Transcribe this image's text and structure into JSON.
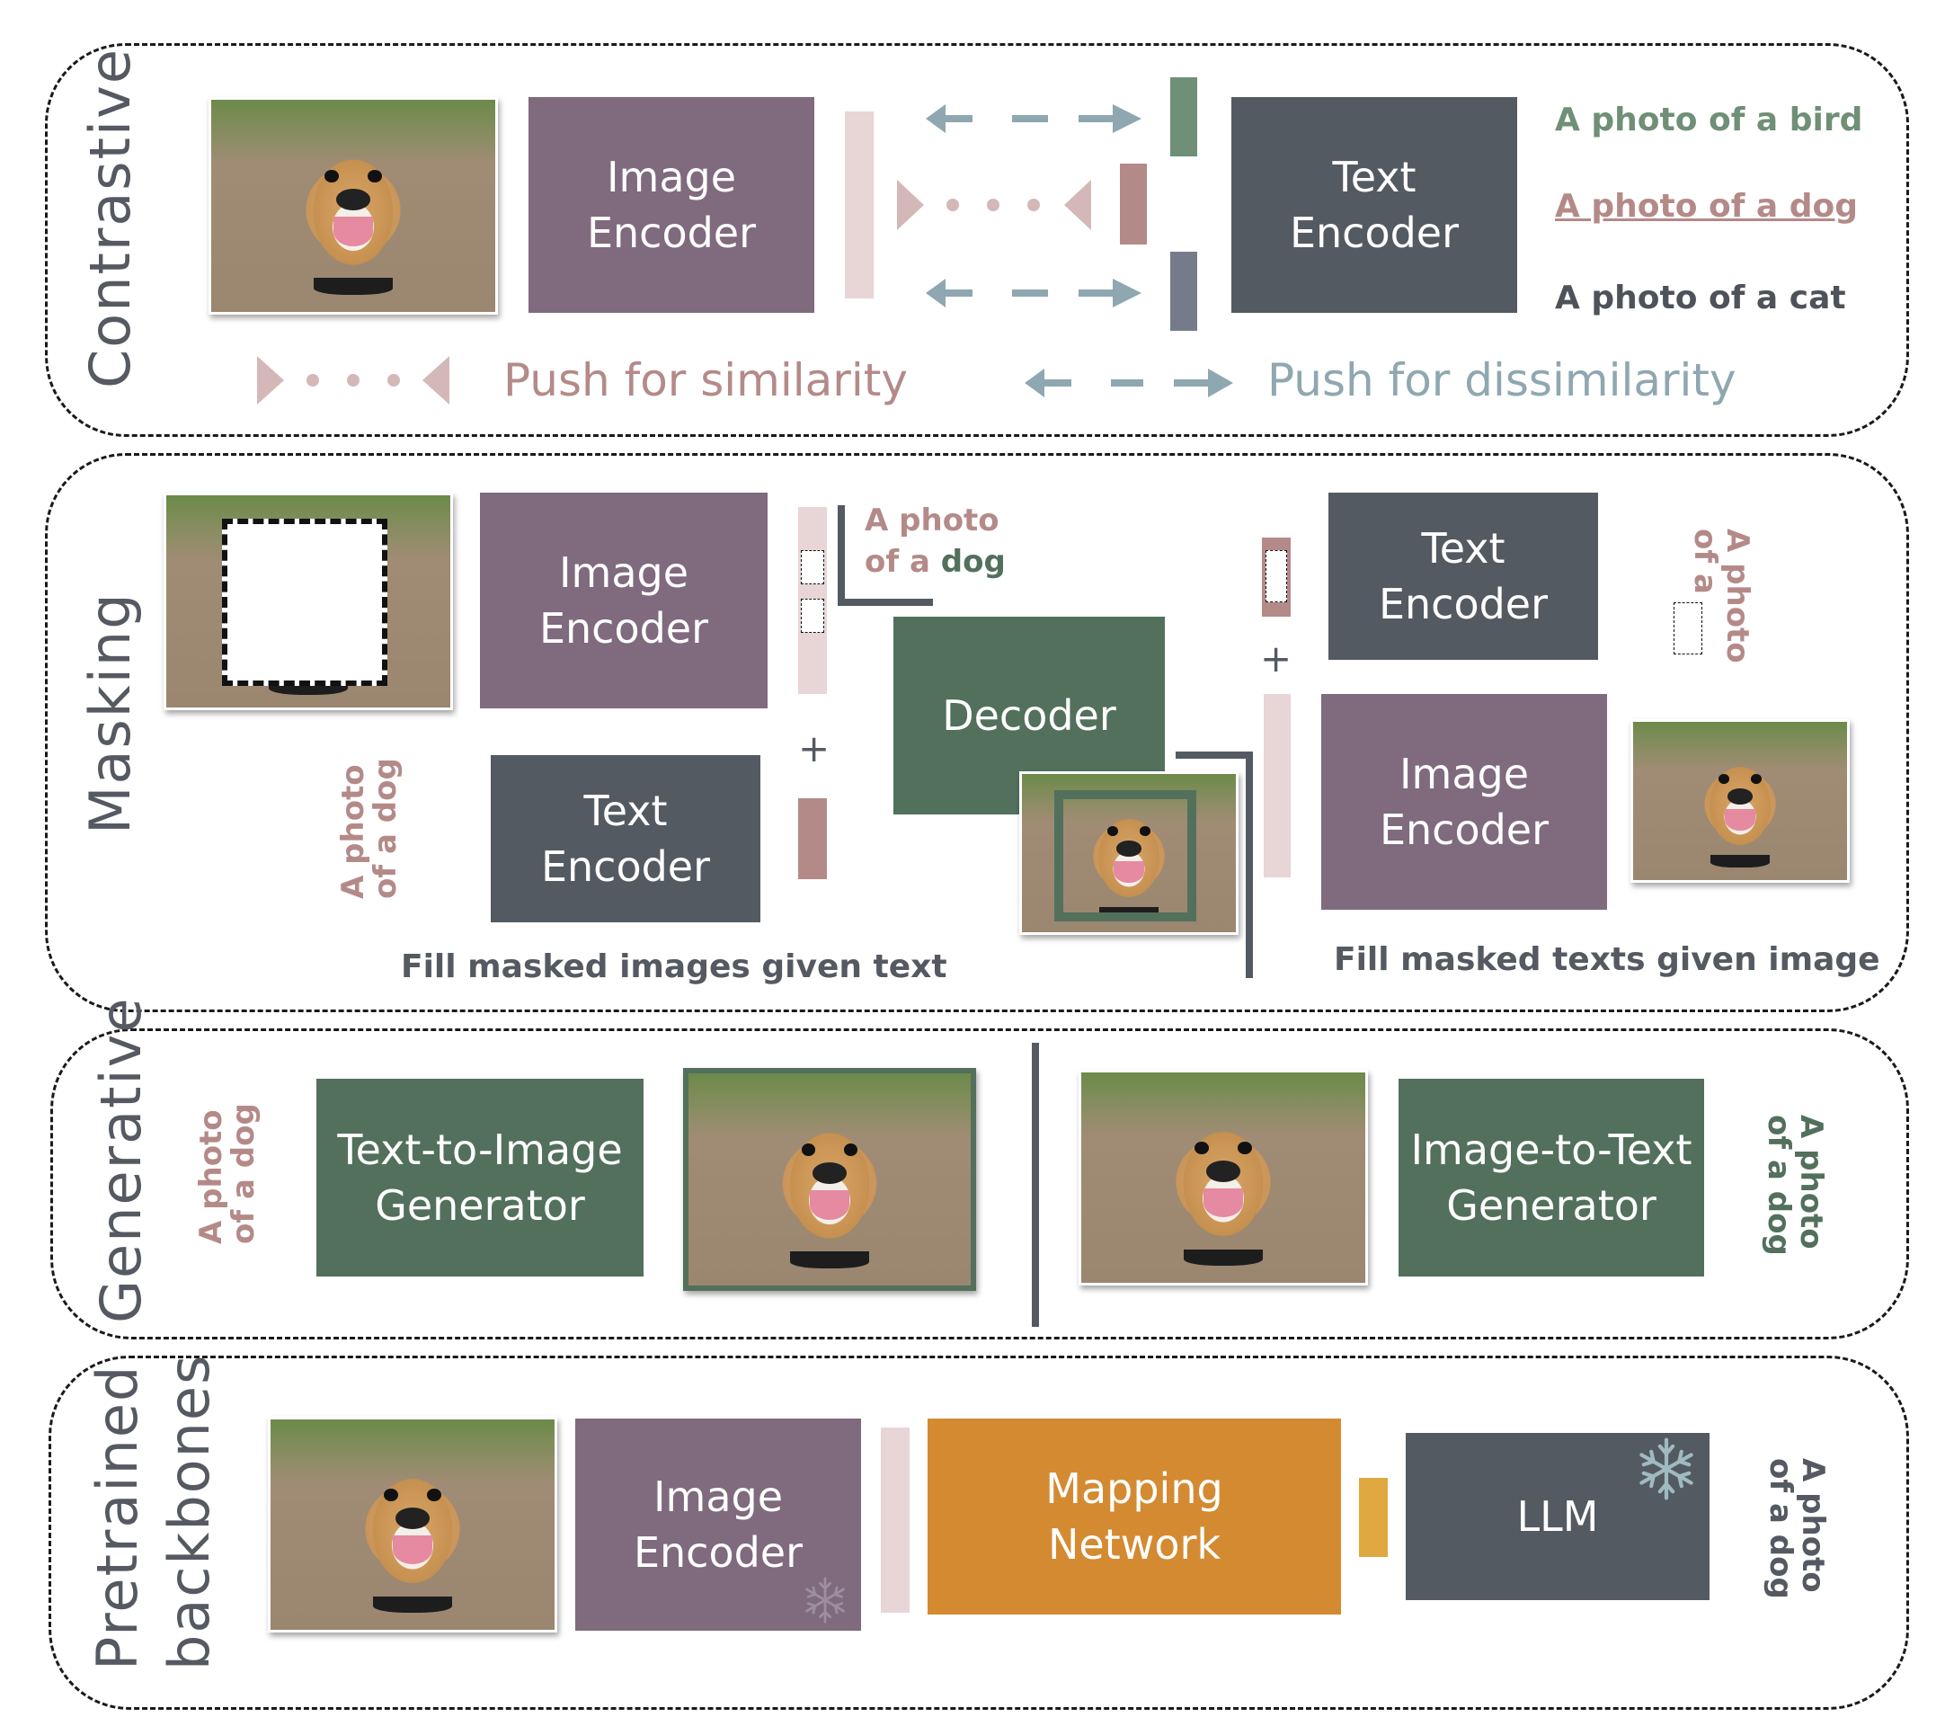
{
  "sections": {
    "contrastive": {
      "title": "Contrastive",
      "image_encoder": "Image\nEncoder",
      "text_encoder": "Text\nEncoder",
      "captions": [
        {
          "text": "A photo of a bird",
          "color": "#6f8f76"
        },
        {
          "text": "A photo of a dog",
          "color": "#b48a89",
          "underlined": true
        },
        {
          "text": "A photo of a cat",
          "color": "#4e535b"
        }
      ],
      "legend_similarity": "Push for similarity",
      "legend_dissimilarity": "Push for dissimilarity"
    },
    "masking": {
      "title": "Masking",
      "image_encoder_left": "Image\nEncoder",
      "text_encoder_left": "Text\nEncoder",
      "decoder": "Decoder",
      "text_encoder_right": "Text\nEncoder",
      "image_encoder_right": "Image\nEncoder",
      "output_text_line1": "A photo",
      "output_text_line2_prefix": "of a ",
      "output_text_line2_word": "dog",
      "input_text_left": "A photo\nof a dog",
      "input_text_right": "A photo\nof a",
      "plus_left": "+",
      "plus_right": "+",
      "caption_left": "Fill masked images given text",
      "caption_right": "Fill masked texts given image"
    },
    "generative": {
      "title": "Generative",
      "text_to_image": "Text-to-Image\nGenerator",
      "image_to_text": "Image-to-Text\nGenerator",
      "input_text": "A photo\nof a dog",
      "output_text": "A photo\nof a dog"
    },
    "pretrained": {
      "title_line1": "Pretrained",
      "title_line2": "backbones",
      "image_encoder": "Image\nEncoder",
      "mapping_network": "Mapping\nNetwork",
      "llm": "LLM",
      "output_text": "A photo\nof a dog"
    }
  },
  "colors": {
    "image_encoder": "#7f6a7e",
    "text_encoder": "#545a62",
    "generator": "#52705c",
    "mapping_network": "#d48a31",
    "similarity": "#b48a89",
    "dissimilarity": "#8fa7b0",
    "embedding_light": "#e8d5d5",
    "embedding_gold": "#e0a841",
    "frozen_icon": "#9fbac0"
  }
}
